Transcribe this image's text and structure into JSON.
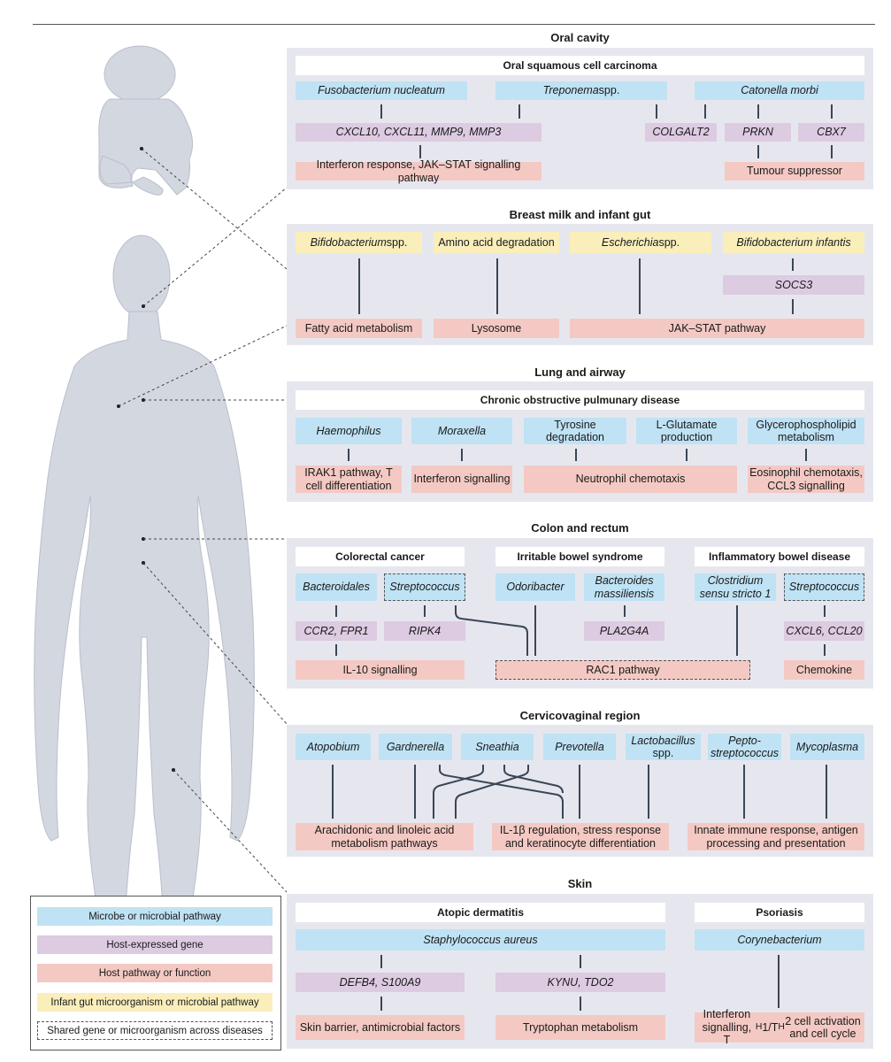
{
  "sections": {
    "oral": {
      "title": "Oral cavity",
      "sub": "Oral squamous cell carcinoma",
      "microbes": [
        {
          "italic": "Fusobacterium nucleatum",
          "plain": ""
        },
        {
          "italic": "Treponema",
          "plain": " spp."
        },
        {
          "italic": "Catonella morbi",
          "plain": ""
        }
      ],
      "genes": [
        "CXCL10, CXCL11, MMP9, MMP3",
        "COLGALT2",
        "PRKN",
        "CBX7"
      ],
      "pathways": [
        "Interferon response, JAK–STAT signalling pathway",
        "Tumour suppressor"
      ]
    },
    "milk": {
      "title": "Breast milk and infant gut",
      "infant": [
        {
          "italic": "Bifidobacterium",
          "plain": " spp."
        },
        {
          "italic": "",
          "plain": "Amino acid degradation"
        },
        {
          "italic": "Escherichia",
          "plain": " spp."
        },
        {
          "italic": "Bifidobacterium infantis",
          "plain": ""
        }
      ],
      "gene": "SOCS3",
      "pathways": [
        "Fatty acid metabolism",
        "Lysosome",
        "JAK–STAT pathway"
      ]
    },
    "lung": {
      "title": "Lung and airway",
      "sub": "Chronic obstructive pulmunary disease",
      "microbes": [
        "Haemophilus",
        "Moraxella",
        "Tyrosine degradation",
        "L-Glutamate production",
        "Glycerophospholipid metabolism"
      ],
      "pathways": [
        "IRAK1 pathway, T cell differentiation",
        "Interferon signalling",
        "Neutrophil chemotaxis",
        "Eosinophil chemotaxis, CCL3 signalling"
      ]
    },
    "colon": {
      "title": "Colon and rectum",
      "subs": [
        "Colorectal cancer",
        "Irritable bowel syndrome",
        "Inflammatory bowel disease"
      ],
      "microbes": [
        "Bacteroidales",
        "Streptococcus",
        "Odoribacter",
        "Bacteroides massiliensis",
        "Clostridium sensu stricto 1",
        "Streptococcus"
      ],
      "genes": [
        "CCR2, FPR1",
        "RIPK4",
        "PLA2G4A",
        "CXCL6, CCL20"
      ],
      "pathways": [
        "IL-10 signalling",
        "RAC1 pathway",
        "Chemokine"
      ]
    },
    "cervico": {
      "title": "Cervicovaginal region",
      "microbes": [
        {
          "italic": "Atopobium",
          "plain": ""
        },
        {
          "italic": "Gardnerella",
          "plain": ""
        },
        {
          "italic": "Sneathia",
          "plain": ""
        },
        {
          "italic": "Prevotella",
          "plain": ""
        },
        {
          "italic": "Lactobacillus",
          "plain": " spp."
        },
        {
          "italic": "Pepto-streptococcus",
          "plain": ""
        },
        {
          "italic": "Mycoplasma",
          "plain": ""
        }
      ],
      "pathways": [
        "Arachidonic and linoleic acid metabolism pathways",
        "IL-1β regulation, stress response and keratinocyte differentiation",
        "Innate immune response, antigen processing and presentation"
      ]
    },
    "skin": {
      "title": "Skin",
      "subs": [
        "Atopic dermatitis",
        "Psoriasis"
      ],
      "microbes": [
        "Staphylococcus aureus",
        "Corynebacterium"
      ],
      "genes": [
        "DEFB4, S100A9",
        "KYNU, TDO2"
      ],
      "pathways": [
        "Skin barrier, antimicrobial factors",
        "Tryptophan metabolism",
        "Interferon signalling, T<sub>H</sub>1/T<sub>H</sub>2 cell activation and cell cycle"
      ]
    }
  },
  "legend": [
    "Microbe or microbial pathway",
    "Host-expressed gene",
    "Host pathway or function",
    "Infant gut microorganism or microbial pathway",
    "Shared gene or microorganism across diseases"
  ],
  "colors": {
    "microbe": "#bfe2f4",
    "gene": "#ddcbe2",
    "pathway": "#f4c9c3",
    "infant": "#faeebb",
    "panel": "#e6e7ee",
    "body": "#d3d7e0"
  }
}
